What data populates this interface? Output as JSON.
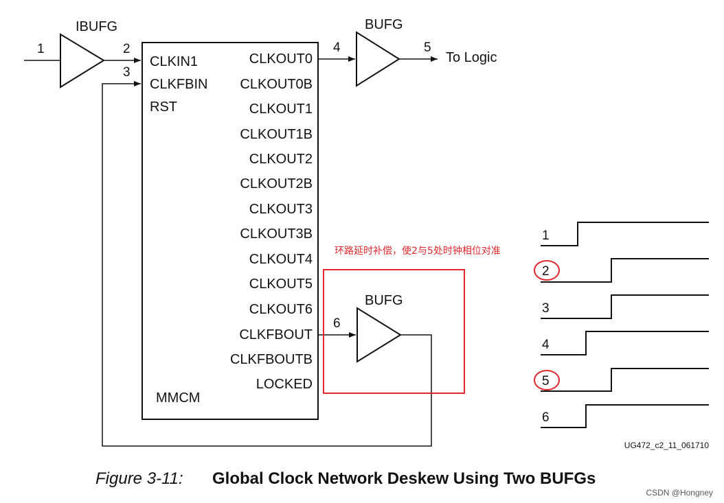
{
  "buffers": {
    "ibufg": "IBUFG",
    "bufg_top": "BUFG",
    "bufg_bottom": "BUFG"
  },
  "mmcm": {
    "name": "MMCM",
    "inputs": [
      "CLKIN1",
      "CLKFBIN",
      "RST"
    ],
    "outputs": [
      "CLKOUT0",
      "CLKOUT0B",
      "CLKOUT1",
      "CLKOUT1B",
      "CLKOUT2",
      "CLKOUT2B",
      "CLKOUT3",
      "CLKOUT3B",
      "CLKOUT4",
      "CLKOUT5",
      "CLKOUT6",
      "CLKFBOUT",
      "CLKFBOUTB",
      "LOCKED"
    ]
  },
  "net_numbers": {
    "n1": "1",
    "n2": "2",
    "n3": "3",
    "n4": "4",
    "n5": "5",
    "n6": "6"
  },
  "to_logic": "To Logic",
  "annotation": {
    "text": "环路延时补偿，使2与5处时钟相位对准",
    "color": "#e2272c"
  },
  "waveforms": {
    "labels": [
      "1",
      "2",
      "3",
      "4",
      "5",
      "6"
    ],
    "circled": [
      "2",
      "5"
    ]
  },
  "figure_id": "UG472_c2_11_061710",
  "caption": {
    "number": "Figure 3-11:",
    "title": "Global Clock Network Deskew Using Two BUFGs"
  },
  "watermark": "CSDN @Hongney"
}
